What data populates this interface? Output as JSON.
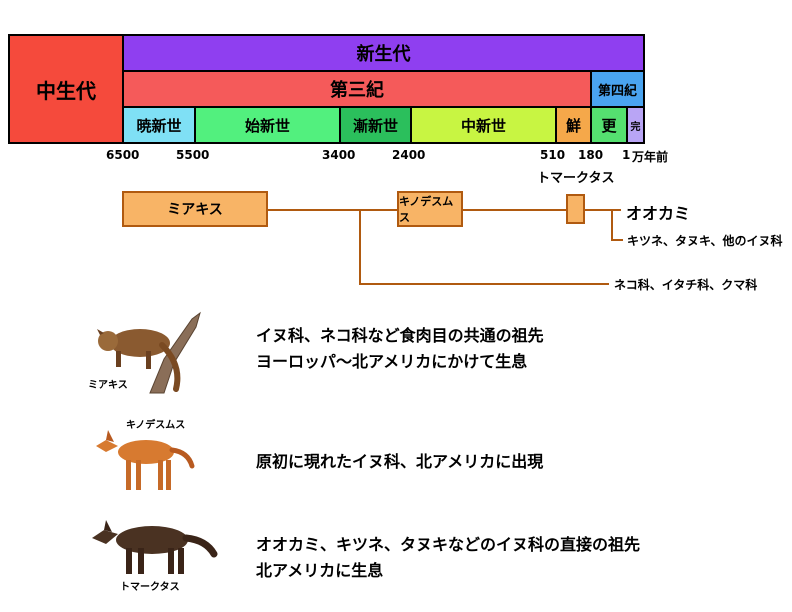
{
  "timeline": {
    "mesozoic": "中生代",
    "cenozoic": "新生代",
    "tertiary": "第三紀",
    "quaternary": "第四紀",
    "epochs": [
      {
        "key": "paleocene",
        "label": "暁新世",
        "color": "#7fe0f5"
      },
      {
        "key": "eocene",
        "label": "始新世",
        "color": "#52f07e"
      },
      {
        "key": "oligocene",
        "label": "漸新世",
        "color": "#2bbf5c"
      },
      {
        "key": "miocene",
        "label": "中新世",
        "color": "#c8f542"
      },
      {
        "key": "pliocene",
        "label": "鮮",
        "color": "#f5a84a"
      },
      {
        "key": "pleistocene",
        "label": "更",
        "color": "#55e070"
      },
      {
        "key": "holocene",
        "label": "完",
        "color": "#b9a5f5"
      }
    ],
    "ticks": [
      "6500",
      "5500",
      "3400",
      "2400",
      "510",
      "180",
      "1"
    ],
    "unit": "万年前",
    "colors": {
      "mesozoic": "#f54a3c",
      "cenozoic": "#8f3ff0",
      "tertiary": "#f55a5a",
      "quaternary": "#4aa4f0"
    }
  },
  "tree": {
    "miacis": "ミアキス",
    "hesperocyon": "キノデスムス",
    "tomarctus": "トマークタス",
    "wolf": "オオカミ",
    "others_canid": "キツネ、タヌキ、他のイヌ科",
    "other_families": "ネコ科、イタチ科、クマ科"
  },
  "animals": [
    {
      "caption": "ミアキス",
      "lines": [
        "イヌ科、ネコ科など食肉目の共通の祖先",
        "ヨーロッパ～北アメリカにかけて生息"
      ]
    },
    {
      "caption": "キノデスムス",
      "lines": [
        "原初に現れたイヌ科、北アメリカに出現"
      ]
    },
    {
      "caption": "トマークタス",
      "lines": [
        "オオカミ、キツネ、タヌキなどのイヌ科の直接の祖先",
        "北アメリカに生息"
      ]
    }
  ]
}
